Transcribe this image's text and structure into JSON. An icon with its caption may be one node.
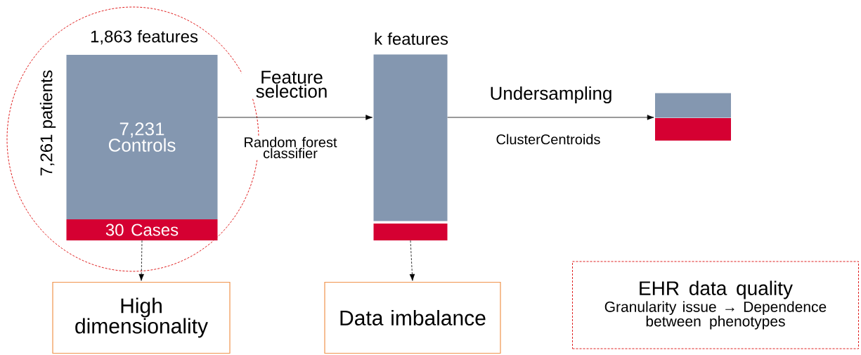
{
  "diagram": {
    "nodes": [
      {
        "text": [
          "7,231 Controls"
        ],
        "beside": [
          "1,863 features",
          "7,261 patients"
        ]
      },
      {
        "text": [
          "30 Cases"
        ]
      },
      {
        "text": [],
        "shape": "bar",
        "beside": [
          "k features"
        ]
      },
      {
        "text": [],
        "shape": "bar"
      },
      {
        "text": [],
        "shape": "bar"
      },
      {
        "text": [],
        "shape": "bar"
      },
      {
        "text": [
          "High dimensionality"
        ]
      },
      {
        "text": [
          "Data imbalance"
        ]
      },
      {
        "text": [
          "EHR data quality",
          "Granularity issue → Dependence between phenotypes"
        ]
      }
    ],
    "edges": [
      {
        "from": 0,
        "to": 2,
        "arrow": "to",
        "label": "Feature selection"
      },
      {
        "from": 2,
        "to": 4,
        "arrow": "to",
        "label": "Undersampling"
      },
      {
        "from": 1,
        "to": 6,
        "arrow": "to",
        "style": "dashed"
      },
      {
        "from": 3,
        "to": 7,
        "arrow": "to",
        "style": "dashed"
      }
    ],
    "labels": [
      "Random forest classifier",
      "ClusterCentroids"
    ]
  }
}
